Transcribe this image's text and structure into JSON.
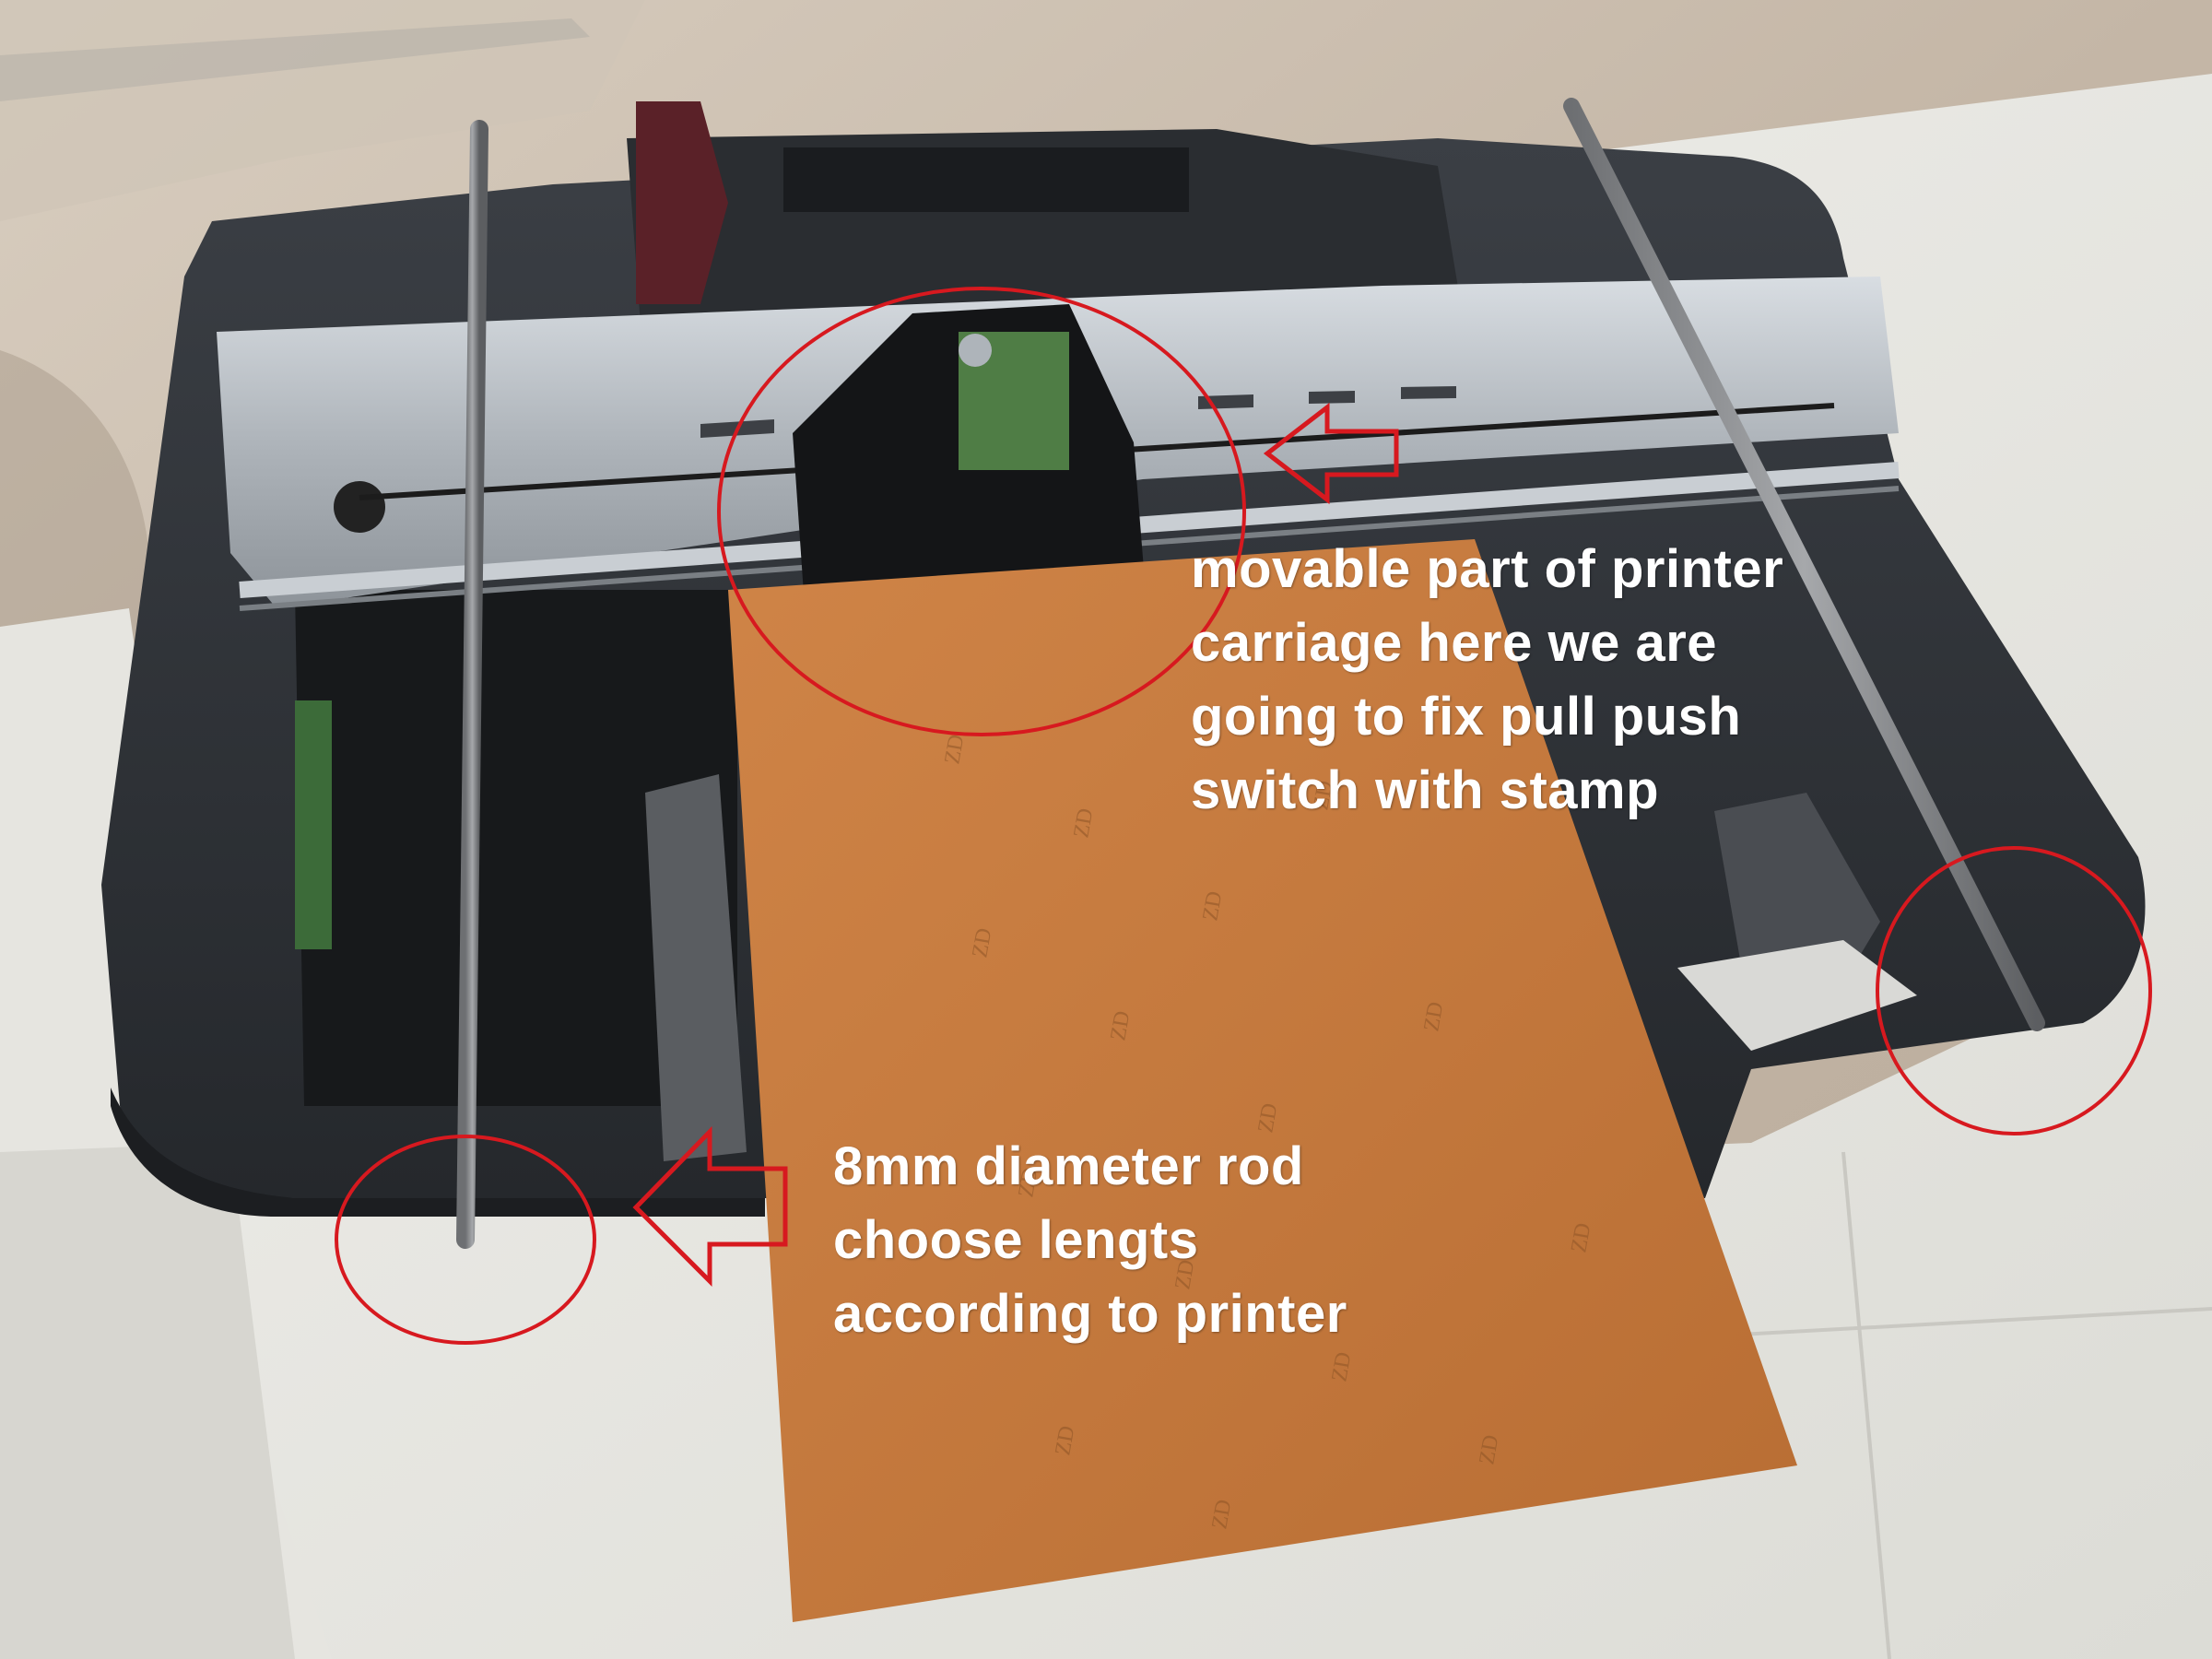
{
  "annotations": {
    "carriage_caption": {
      "lines": [
        "movable part of printer",
        "carriage here we are",
        "going to fix pull push",
        "switch with stamp"
      ]
    },
    "rod_caption": {
      "lines": [
        "8mm diameter rod",
        "choose lengts",
        "according to printer"
      ]
    }
  },
  "colors": {
    "annotation_circle": "#d7191f",
    "annotation_arrow": "#d7191f",
    "caption_text": "#ffffff",
    "printer_body": "#2e3136",
    "pcb_board": "#c57a3c",
    "metal_frame": "#b9bec4",
    "wall": "#c9bcac",
    "table": "#eeeeea"
  },
  "labels": {
    "board_marking": "ZD"
  }
}
